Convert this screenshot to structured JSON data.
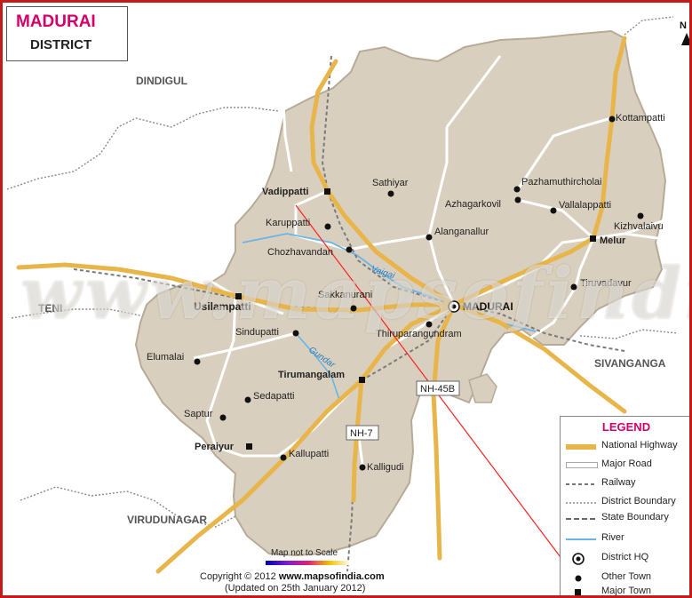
{
  "header": {
    "title": "MADURAI",
    "subtitle": "DISTRICT"
  },
  "north_label": "N",
  "watermark": "www.mapsofindia.com",
  "neighbors": [
    {
      "id": "dindigul",
      "label": "DINDIGUL"
    },
    {
      "id": "teni",
      "label": "TENI"
    },
    {
      "id": "sivanganga",
      "label": "SIVANGANGA"
    },
    {
      "id": "virudunagar",
      "label": "VIRUDUNAGAR"
    }
  ],
  "places": {
    "madurai": {
      "label": "MADURAI",
      "kind": "hq"
    },
    "vadippatti": {
      "label": "Vadippatti",
      "kind": "major"
    },
    "usilampatti": {
      "label": "Usilampatti",
      "kind": "major"
    },
    "melur": {
      "label": "Melur",
      "kind": "major"
    },
    "tirumangalam": {
      "label": "Tirumangalam",
      "kind": "major"
    },
    "peraiyur": {
      "label": "Peraiyur",
      "kind": "major"
    },
    "kottampatti": {
      "label": "Kottampatti",
      "kind": "other"
    },
    "pazhamuthircholai": {
      "label": "Pazhamuthircholai",
      "kind": "other"
    },
    "azhagarkovil": {
      "label": "Azhagarkovil",
      "kind": "other"
    },
    "vallalappatti": {
      "label": "Vallalappatti",
      "kind": "other"
    },
    "kizhvalaivu": {
      "label": "Kizhvalaivu",
      "kind": "other"
    },
    "sathiyar": {
      "label": "Sathiyar",
      "kind": "other"
    },
    "karuppatti": {
      "label": "Karuppatti",
      "kind": "other"
    },
    "alanganallur": {
      "label": "Alanganallur",
      "kind": "other"
    },
    "chozhavandan": {
      "label": "Chozhavandan",
      "kind": "other"
    },
    "tiruvadavur": {
      "label": "Tiruvadavur",
      "kind": "other"
    },
    "sakkanurani": {
      "label": "Sakkanurani",
      "kind": "other"
    },
    "thiruparangundram": {
      "label": "Thiruparangundram",
      "kind": "other"
    },
    "sindupatti": {
      "label": "Sindupatti",
      "kind": "other"
    },
    "elumalai": {
      "label": "Elumalai",
      "kind": "other"
    },
    "sedapatti": {
      "label": "Sedapatti",
      "kind": "other"
    },
    "saptur": {
      "label": "Saptur",
      "kind": "other"
    },
    "kallupatti": {
      "label": "Kallupatti",
      "kind": "other"
    },
    "kalligudi": {
      "label": "Kalligudi",
      "kind": "other"
    }
  },
  "rivers": {
    "vaigai": "Vaigai",
    "gundar": "Gundar"
  },
  "highway_labels": {
    "nh45b": "NH-45B",
    "nh7": "NH-7"
  },
  "legend": {
    "title": "LEGEND",
    "items": [
      {
        "id": "national-highway",
        "label": "National Highway",
        "color": "#e8b54a"
      },
      {
        "id": "major-road",
        "label": "Major Road",
        "color": "#ffffff"
      },
      {
        "id": "railway",
        "label": "Railway",
        "color": "#777777"
      },
      {
        "id": "district-boundary",
        "label": "District Boundary",
        "color": "#888888"
      },
      {
        "id": "state-boundary",
        "label": "State Boundary",
        "color": "#333333"
      },
      {
        "id": "river",
        "label": "River",
        "color": "#6ab4e8"
      },
      {
        "id": "district-hq",
        "label": "District HQ",
        "icon": "district-hq-icon"
      },
      {
        "id": "other-town",
        "label": "Other Town",
        "icon": "other-town-icon"
      },
      {
        "id": "major-town",
        "label": "Major Town",
        "icon": "major-town-icon"
      }
    ]
  },
  "footer": {
    "scale_note": "Map not to Scale",
    "copyright_prefix": "Copyright © 2012 ",
    "copyright_site": "www.mapsofindia.com",
    "updated": "(Updated on 25th January 2012)"
  },
  "colors": {
    "district_fill": "#d9cfbe",
    "district_stroke": "#b7ab97",
    "highway": "#e8b54a",
    "title": "#d4006a",
    "frame": "#c41a1a"
  }
}
